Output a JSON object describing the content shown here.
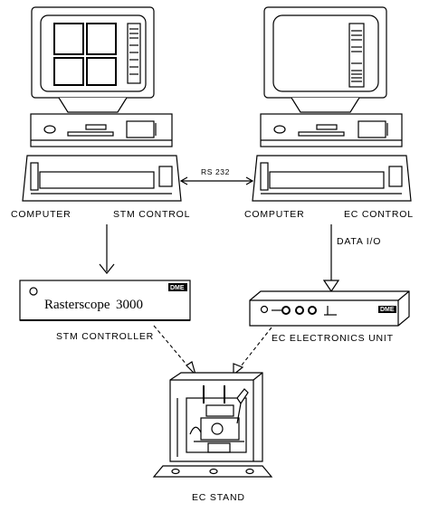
{
  "labels": {
    "computer_left": "COMPUTER",
    "stm_control": "STM CONTROL",
    "computer_right": "COMPUTER",
    "ec_control": "EC CONTROL",
    "rs232": "RS 232",
    "data_io": "DATA I/O",
    "stm_controller": "STM CONTROLLER",
    "ec_electronics": "EC ELECTRONICS UNIT",
    "ec_stand": "EC STAND"
  },
  "device": {
    "brand_name": "Rasterscope",
    "brand_model": "3000",
    "logo_text": "DME"
  }
}
